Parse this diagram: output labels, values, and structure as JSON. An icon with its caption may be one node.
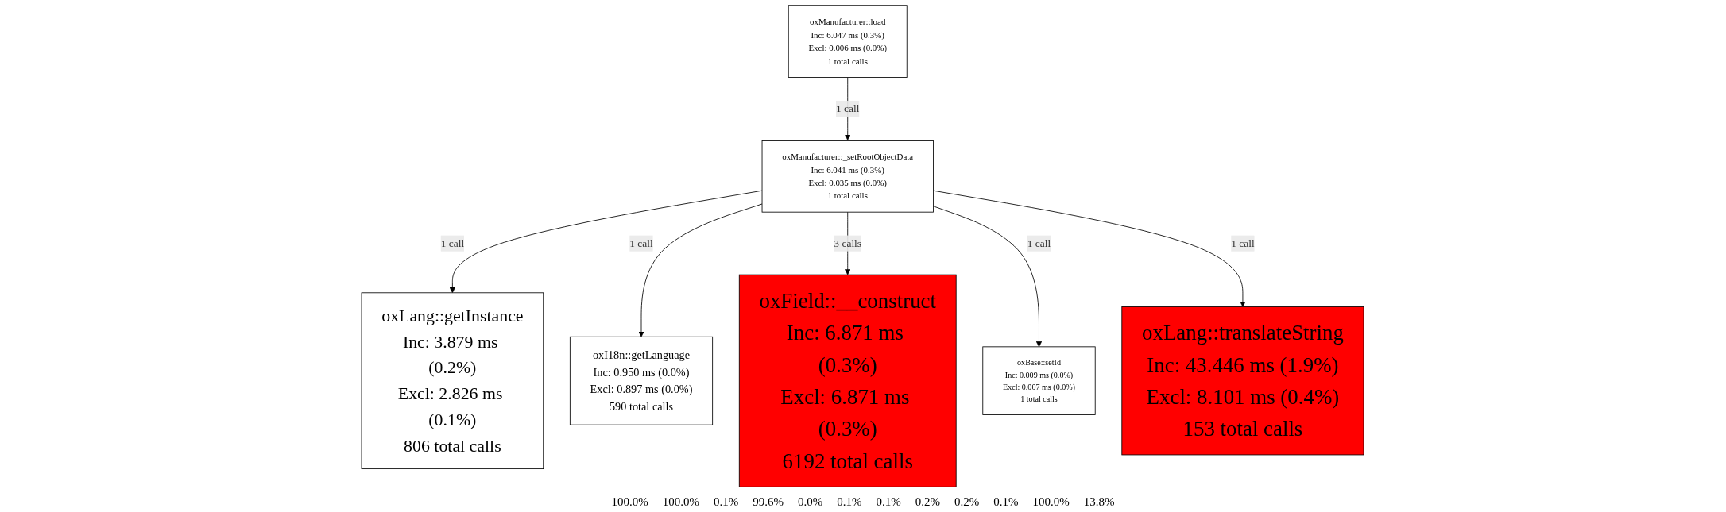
{
  "diagram": {
    "nodes": [
      {
        "text": [
          "oxManufacturer::load",
          "Inc: 6.047 ms (0.3%)",
          "Excl: 0.006 ms (0.0%)",
          "1 total calls"
        ]
      },
      {
        "text": [
          "oxManufacturer::_setRootObjectData",
          "Inc: 6.041 ms (0.3%)",
          "Excl: 0.035 ms (0.0%)",
          "1 total calls"
        ]
      },
      {
        "text": [
          "oxLang::getInstance",
          "Inc: 3.879 ms (0.2%)",
          "Excl: 2.826 ms (0.1%)",
          "806 total calls"
        ]
      },
      {
        "text": [
          "oxI18n::getLanguage",
          "Inc: 0.950 ms (0.0%)",
          "Excl: 0.897 ms (0.0%)",
          "590 total calls"
        ]
      },
      {
        "text": [
          "oxField::__construct",
          "Inc: 6.871 ms (0.3%)",
          "Excl: 6.871 ms (0.3%)",
          "6192 total calls"
        ]
      },
      {
        "text": [
          "oxBase::setId",
          "Inc: 0.009 ms (0.0%)",
          "Excl: 0.007 ms (0.0%)",
          "1 total calls"
        ]
      },
      {
        "text": [
          "oxLang::translateString",
          "Inc: 43.446 ms (1.9%)",
          "Excl: 8.101 ms (0.4%)",
          "153 total calls"
        ]
      }
    ],
    "edges": [
      {
        "from": 0,
        "to": 1,
        "arrow": "to",
        "label": "1 call"
      },
      {
        "from": 1,
        "to": 2,
        "arrow": "to",
        "label": "1 call"
      },
      {
        "from": 1,
        "to": 3,
        "arrow": "to",
        "label": "1 call"
      },
      {
        "from": 1,
        "to": 4,
        "arrow": "to",
        "label": "3 calls"
      },
      {
        "from": 1,
        "to": 5,
        "arrow": "to",
        "label": "1 call"
      },
      {
        "from": 1,
        "to": 6,
        "arrow": "to",
        "label": "1 call"
      }
    ],
    "labels": [
      "100.0%",
      "100.0%",
      "0.1%",
      "99.6%",
      "0.0%",
      "0.1%",
      "0.1%",
      "0.2%",
      "0.2%",
      "0.1%",
      "100.0%",
      "13.8%"
    ]
  }
}
